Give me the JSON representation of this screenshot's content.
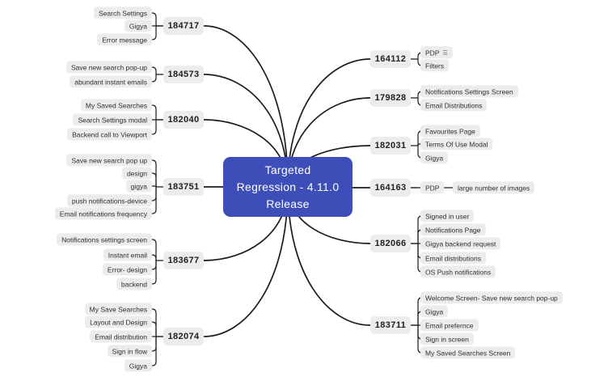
{
  "central": {
    "lines": [
      "Targeted",
      "Regression - 4.11.0",
      "Release"
    ]
  },
  "colors": {
    "canvas_bg": "#ffffff",
    "central_bg": "#3e4eb8",
    "central_text": "#ffffff",
    "node_bg": "#ececec",
    "node_text": "#2e2e2e",
    "line": "#1c1c1c"
  },
  "icons": {
    "notes": "☰"
  },
  "branches": {
    "left": [
      {
        "id": "184717",
        "leaves": [
          {
            "label": "Search Settings"
          },
          {
            "label": "Gigya"
          },
          {
            "label": "Error message"
          }
        ]
      },
      {
        "id": "184573",
        "leaves": [
          {
            "label": "Save new search pop-up"
          },
          {
            "label": "abundant instant emails"
          }
        ]
      },
      {
        "id": "182040",
        "leaves": [
          {
            "label": "My Saved Searches"
          },
          {
            "label": "Search Settings modal"
          },
          {
            "label": "Backend call to Viewport"
          }
        ]
      },
      {
        "id": "183751",
        "leaves": [
          {
            "label": "Save new search pop up"
          },
          {
            "label": "design"
          },
          {
            "label": "gigya"
          },
          {
            "label": "push notifications-device"
          },
          {
            "label": "Email notifications frequency"
          }
        ]
      },
      {
        "id": "183677",
        "leaves": [
          {
            "label": "Notifications settings screen"
          },
          {
            "label": "Instant email"
          },
          {
            "label": "Error- design"
          },
          {
            "label": "backend"
          }
        ]
      },
      {
        "id": "182074",
        "leaves": [
          {
            "label": "My Save Searches"
          },
          {
            "label": "Layout and Design"
          },
          {
            "label": "Email distribution"
          },
          {
            "label": "Sign in flow"
          },
          {
            "label": "Gigya"
          }
        ]
      }
    ],
    "right": [
      {
        "id": "164112",
        "leaves": [
          {
            "label": "PDP",
            "has_notes_icon": true
          },
          {
            "label": "Filters"
          }
        ]
      },
      {
        "id": "179828",
        "leaves": [
          {
            "label": "Notifications Settings Screen"
          },
          {
            "label": "Email Distributions"
          }
        ]
      },
      {
        "id": "182031",
        "leaves": [
          {
            "label": "Favourites Page"
          },
          {
            "label": "Terms Of Use Modal"
          },
          {
            "label": "Gigya"
          }
        ]
      },
      {
        "id": "164163",
        "leaves": [
          {
            "label": "PDP",
            "children": [
              {
                "label": "large number of images"
              }
            ]
          }
        ]
      },
      {
        "id": "182066",
        "leaves": [
          {
            "label": "Signed in user"
          },
          {
            "label": "Notifications Page"
          },
          {
            "label": "Gigya backend request"
          },
          {
            "label": "Email distributions"
          },
          {
            "label": "OS Push notifications"
          }
        ]
      },
      {
        "id": "183711",
        "leaves": [
          {
            "label": "Welcome Screen- Save new search pop-up"
          },
          {
            "label": "Gigya"
          },
          {
            "label": "Email prefernce"
          },
          {
            "label": "Sign in screen"
          },
          {
            "label": "My Saved Searches Screen"
          }
        ]
      }
    ]
  }
}
